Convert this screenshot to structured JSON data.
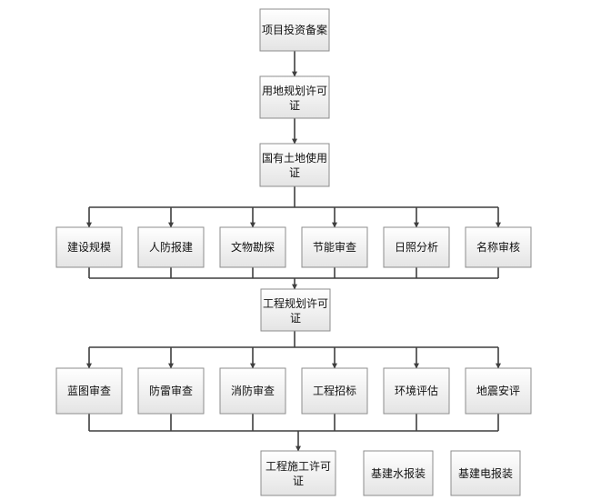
{
  "nodes": [
    {
      "id": "project-filing",
      "lines": [
        "项目投资备案"
      ]
    },
    {
      "id": "land-planning-permit",
      "lines": [
        "用地规划许可",
        "证"
      ]
    },
    {
      "id": "land-use-cert",
      "lines": [
        "国有土地使用",
        "证"
      ]
    },
    {
      "id": "construction-scale",
      "lines": [
        "建设规模"
      ]
    },
    {
      "id": "civil-air-defense-report",
      "lines": [
        "人防报建"
      ]
    },
    {
      "id": "cultural-relics-survey",
      "lines": [
        "文物勘探"
      ]
    },
    {
      "id": "energy-review",
      "lines": [
        "节能审查"
      ]
    },
    {
      "id": "sunlight-analysis",
      "lines": [
        "日照分析"
      ]
    },
    {
      "id": "name-review",
      "lines": [
        "名称审核"
      ]
    },
    {
      "id": "engineering-planning-permit",
      "lines": [
        "工程规划许可",
        "证"
      ]
    },
    {
      "id": "blueprint-review",
      "lines": [
        "蓝图审查"
      ]
    },
    {
      "id": "lightning-review",
      "lines": [
        "防雷审查"
      ]
    },
    {
      "id": "fire-review",
      "lines": [
        "消防审查"
      ]
    },
    {
      "id": "engineering-bidding",
      "lines": [
        "工程招标"
      ]
    },
    {
      "id": "environmental-assessment",
      "lines": [
        "环境评估"
      ]
    },
    {
      "id": "seismic-assessment",
      "lines": [
        "地震安评"
      ]
    },
    {
      "id": "construction-permit",
      "lines": [
        "工程施工许可",
        "证"
      ]
    },
    {
      "id": "water-report",
      "lines": [
        "基建水报装"
      ]
    },
    {
      "id": "electricity-report",
      "lines": [
        "基建电报装"
      ]
    }
  ],
  "edges": [
    {
      "from": "project-filing",
      "to": "land-planning-permit"
    },
    {
      "from": "land-planning-permit",
      "to": "land-use-cert"
    },
    {
      "from": "land-use-cert",
      "to": "construction-scale"
    },
    {
      "from": "land-use-cert",
      "to": "civil-air-defense-report"
    },
    {
      "from": "land-use-cert",
      "to": "cultural-relics-survey"
    },
    {
      "from": "land-use-cert",
      "to": "energy-review"
    },
    {
      "from": "land-use-cert",
      "to": "sunlight-analysis"
    },
    {
      "from": "land-use-cert",
      "to": "name-review"
    },
    {
      "from": "construction-scale",
      "to": "engineering-planning-permit"
    },
    {
      "from": "civil-air-defense-report",
      "to": "engineering-planning-permit"
    },
    {
      "from": "cultural-relics-survey",
      "to": "engineering-planning-permit"
    },
    {
      "from": "energy-review",
      "to": "engineering-planning-permit"
    },
    {
      "from": "sunlight-analysis",
      "to": "engineering-planning-permit"
    },
    {
      "from": "name-review",
      "to": "engineering-planning-permit"
    },
    {
      "from": "engineering-planning-permit",
      "to": "blueprint-review"
    },
    {
      "from": "engineering-planning-permit",
      "to": "lightning-review"
    },
    {
      "from": "engineering-planning-permit",
      "to": "fire-review"
    },
    {
      "from": "engineering-planning-permit",
      "to": "engineering-bidding"
    },
    {
      "from": "engineering-planning-permit",
      "to": "environmental-assessment"
    },
    {
      "from": "engineering-planning-permit",
      "to": "seismic-assessment"
    },
    {
      "from": "blueprint-review",
      "to": "construction-permit"
    },
    {
      "from": "lightning-review",
      "to": "construction-permit"
    },
    {
      "from": "fire-review",
      "to": "construction-permit"
    },
    {
      "from": "engineering-bidding",
      "to": "construction-permit"
    },
    {
      "from": "environmental-assessment",
      "to": "construction-permit"
    },
    {
      "from": "seismic-assessment",
      "to": "construction-permit"
    }
  ]
}
